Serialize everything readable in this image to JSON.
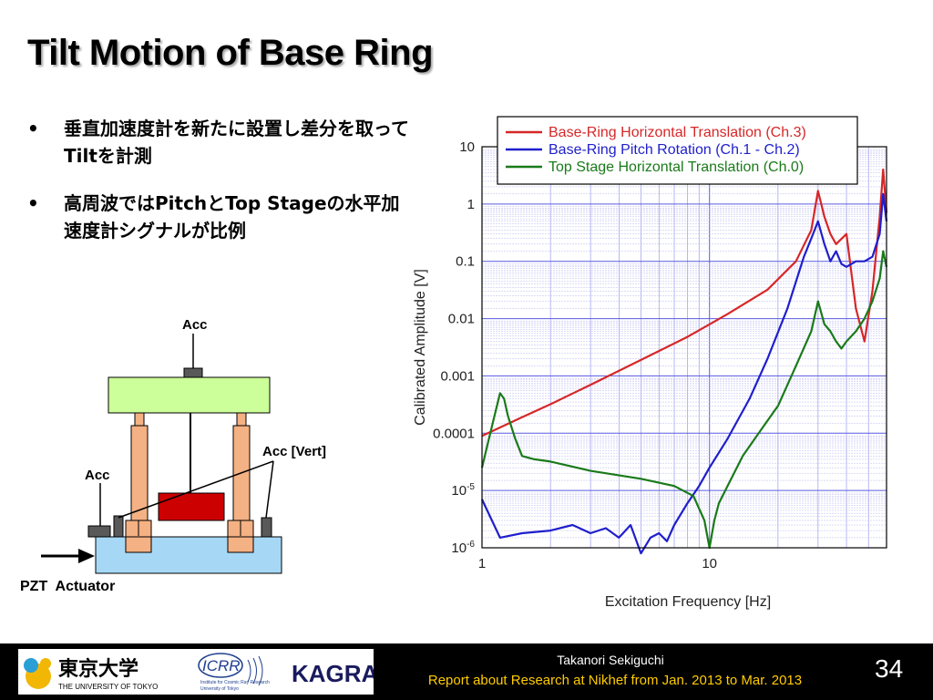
{
  "slide": {
    "title": "Tilt Motion of Base Ring",
    "bullets": [
      {
        "marker": "•",
        "text": "垂直加速度計を新たに設置し差分を取ってTiltを計測"
      },
      {
        "marker": "•",
        "text": "高周波ではPitchとTop Stageの水平加速度計シグナルが比例"
      }
    ]
  },
  "diagram": {
    "labels": {
      "acc_top": "Acc",
      "acc_left": "Acc",
      "acc_vert": "Acc [Vert]",
      "actuator": "PZT  Actuator"
    },
    "colors": {
      "top_stage": "#ccff99",
      "legs": "#f4b183",
      "mass": "#cc0000",
      "base": "#a6d8f5",
      "sensor": "#595959"
    }
  },
  "chart_data": {
    "type": "line",
    "x_scale": "log",
    "y_scale": "log",
    "xlim": [
      1,
      60
    ],
    "ylim": [
      1e-06,
      10
    ],
    "xlabel": "Excitation Frequency [Hz]",
    "ylabel": "Calibrated Amplitude [V]",
    "x_ticks": [
      "1",
      "10"
    ],
    "y_ticks": [
      "10",
      "1",
      "0.1",
      "0.01",
      "0.001",
      "0.0001",
      "10-5",
      "10-6"
    ],
    "grid": true,
    "legend_position": "top",
    "series": [
      {
        "name": "Base-Ring Horizontal Translation (Ch.3)",
        "color": "#d62728",
        "x": [
          1,
          1.5,
          2,
          3,
          5,
          8,
          12,
          18,
          24,
          28,
          30,
          32,
          34,
          36,
          40,
          44,
          48,
          52,
          56,
          58,
          60
        ],
        "y": [
          9e-05,
          0.00019,
          0.00032,
          0.0007,
          0.0019,
          0.0048,
          0.012,
          0.032,
          0.1,
          0.35,
          1.7,
          0.6,
          0.3,
          0.2,
          0.3,
          0.015,
          0.004,
          0.03,
          0.6,
          4,
          0.7
        ]
      },
      {
        "name": "Base-Ring Pitch Rotation (Ch.1 - Ch.2)",
        "color": "#1f1fcc",
        "x": [
          1,
          1.2,
          1.5,
          2,
          2.5,
          3,
          3.5,
          4,
          4.5,
          5,
          5.5,
          6,
          6.5,
          7,
          8,
          9,
          10,
          12,
          15,
          18,
          22,
          26,
          28,
          30,
          32,
          34,
          36,
          38,
          40,
          44,
          48,
          52,
          56,
          58,
          60
        ],
        "y": [
          7e-06,
          1.5e-06,
          1.8e-06,
          2e-06,
          2.5e-06,
          1.8e-06,
          2.2e-06,
          1.5e-06,
          2.5e-06,
          8e-07,
          1.5e-06,
          1.8e-06,
          1.3e-06,
          2.5e-06,
          6e-06,
          1.2e-05,
          2.5e-05,
          8e-05,
          0.0004,
          0.002,
          0.015,
          0.12,
          0.25,
          0.5,
          0.2,
          0.1,
          0.15,
          0.09,
          0.08,
          0.1,
          0.1,
          0.12,
          0.3,
          1.5,
          0.5
        ]
      },
      {
        "name": "Top Stage Horizontal Translation (Ch.0)",
        "color": "#1a7a1a",
        "x": [
          1,
          1.1,
          1.2,
          1.25,
          1.3,
          1.4,
          1.5,
          1.7,
          2,
          3,
          5,
          7,
          8.5,
          9.5,
          10,
          10.5,
          11,
          12,
          14,
          17,
          20,
          24,
          28,
          30,
          32,
          34,
          36,
          38,
          40,
          44,
          48,
          52,
          56,
          58,
          60
        ],
        "y": [
          2.5e-05,
          0.00012,
          0.0005,
          0.0004,
          0.0002,
          8e-05,
          4e-05,
          3.5e-05,
          3.2e-05,
          2.2e-05,
          1.6e-05,
          1.2e-05,
          8e-06,
          3e-06,
          1e-06,
          3e-06,
          6e-06,
          1.2e-05,
          4e-05,
          0.00012,
          0.0003,
          0.0015,
          0.006,
          0.02,
          0.008,
          0.006,
          0.004,
          0.003,
          0.004,
          0.006,
          0.01,
          0.02,
          0.05,
          0.15,
          0.08
        ]
      }
    ]
  },
  "footer": {
    "logo_texts": {
      "utokyo_jp": "東京大学",
      "utokyo_en": "THE UNIVERSITY OF TOKYO",
      "icrr": "ICRR",
      "icrr_sub1": "Institute for Cosmic Ray Research",
      "icrr_sub2": "University of Tokyo",
      "kagra": "KAGRA"
    },
    "presenter": "Takanori Sekiguchi",
    "report": "Report about Research at Nikhef from Jan. 2013 to Mar. 2013",
    "page_number": "34",
    "colors": {
      "background": "#000000",
      "report_text": "#ffcc00"
    }
  }
}
